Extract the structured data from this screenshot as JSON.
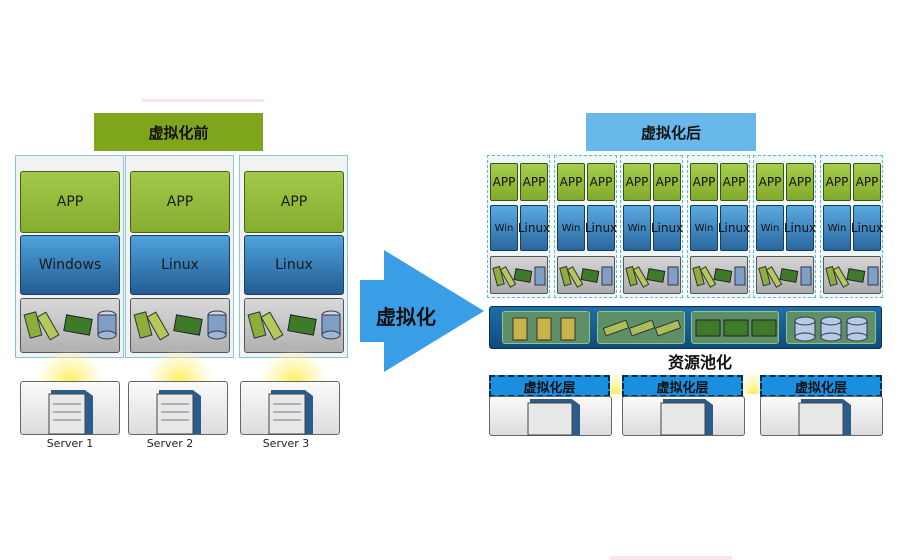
{
  "left": {
    "title": "虚拟化前",
    "columns": [
      {
        "app": "APP",
        "os": "Windows",
        "server": "Server 1"
      },
      {
        "app": "APP",
        "os": "Linux",
        "server": "Server 2"
      },
      {
        "app": "APP",
        "os": "Linux",
        "server": "Server 3"
      }
    ]
  },
  "arrow": {
    "label": "虚拟化"
  },
  "right": {
    "title": "虚拟化后",
    "vm_app_label": "APP",
    "vm_win_label": "Win",
    "vm_linux_label": "Linux",
    "pool_label": "资源池化",
    "layer_label": "虚拟化层"
  },
  "colors": {
    "app": "#8ab133",
    "os": "#2f73ad",
    "title_before": "#7ea51c",
    "title_after": "#69b8ec",
    "arrow": "#3a9ee6",
    "layer": "#1a8fe0"
  }
}
